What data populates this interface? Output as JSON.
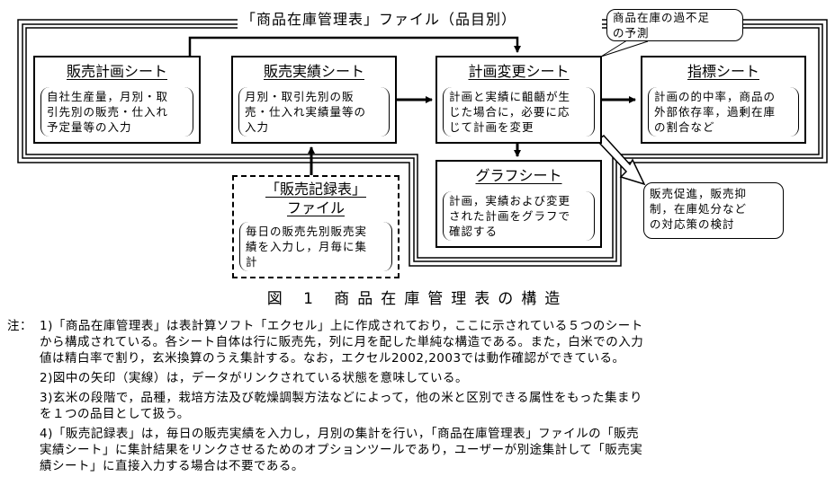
{
  "diagram": {
    "file_title": "「商品在庫管理表」ファイル（品目別）",
    "sheets": [
      {
        "id": "sales-plan",
        "title": "販売計画シート",
        "body": [
          "自社生産量，月別・取",
          "引先別の販売・仕入れ",
          "予定量等の入力"
        ]
      },
      {
        "id": "sales-results",
        "title": "販売実績シート",
        "body": [
          "月別・取引先別の販",
          "売・仕入れ実績量等の",
          "入力"
        ]
      },
      {
        "id": "plan-change",
        "title": "計画変更シート",
        "body": [
          "計画と実績に齟齬が生",
          "じた場合に，必要に応",
          "じて計画を変更"
        ]
      },
      {
        "id": "indicator",
        "title": "指標シート",
        "body": [
          "計画の的中率，商品の",
          "外部依存率，過剰在庫",
          "の割合など"
        ]
      },
      {
        "id": "graph",
        "title": "グラフシート",
        "body": [
          "計画，実績および変更",
          "された計画をグラフで",
          "確認する"
        ]
      }
    ],
    "sales_record_file": {
      "title_line1": "「販売記録表」",
      "title_line2": "ファイル",
      "body": [
        "毎日の販売先別販売実",
        "績を入力し，月毎に集",
        "計"
      ]
    },
    "callouts": {
      "shortage_forecast": [
        "商品在庫の過不足",
        "の予測"
      ],
      "countermeasures": [
        "販売促進，販売抑",
        "制，在庫処分など",
        "の対応策の検討"
      ]
    }
  },
  "caption": "図 1 商品在庫管理表の構造",
  "notes": {
    "prefix": "注：",
    "items": [
      [
        "1)「商品在庫管理表」は表計算ソフト「エクセル」上に作成されており，ここに示されている５つのシート",
        "から構成されている。各シート自体は行に販売先，列に月を配した単純な構造である。また，白米での入力",
        "値は精白率で割り，玄米換算のうえ集計する。なお，エクセル2002,2003では動作確認ができている。"
      ],
      [
        "2)図中の矢印（実線）は，データがリンクされている状態を意味している。"
      ],
      [
        "3)玄米の段階で，品種，栽培方法及び乾燥調製方法などによって，他の米と区別できる属性をもった集まり",
        "を１つの品目として扱う。"
      ],
      [
        "4)「販売記録表」は，毎日の販売実績を入力し，月別の集計を行い，「商品在庫管理表」ファイルの「販売",
        "実績シート」に集計結果をリンクさせるためのオプションツールであり，ユーザーが別途集計して「販売実",
        "績シート」に直接入力する場合は不要である。"
      ]
    ]
  }
}
